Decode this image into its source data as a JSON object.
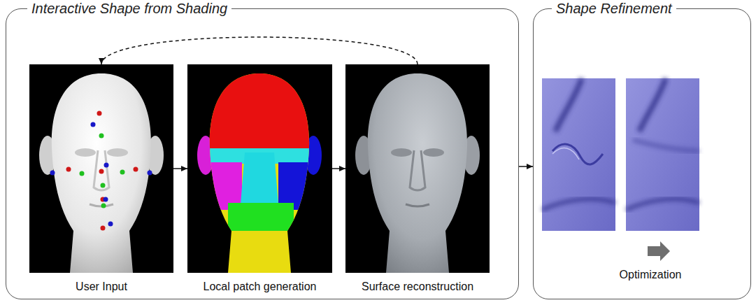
{
  "diagram": {
    "nodes": [
      {
        "text": [
          "Interactive Shape from Shading"
        ]
      },
      {
        "text": [
          "User Input"
        ],
        "in": 0
      },
      {
        "text": [
          "Local patch generation"
        ],
        "in": 0
      },
      {
        "text": [
          "Surface reconstruction"
        ],
        "in": 0
      },
      {
        "text": [
          "Shape Refinement"
        ]
      }
    ],
    "edges": [
      {
        "from": 1,
        "to": 2,
        "arrow": "to"
      },
      {
        "from": 2,
        "to": 3,
        "arrow": "to"
      },
      {
        "from": 3,
        "to": 1,
        "arrow": "to"
      },
      {
        "from": 0,
        "to": 4,
        "arrow": "to"
      }
    ],
    "labels": [
      "Optimization"
    ]
  }
}
